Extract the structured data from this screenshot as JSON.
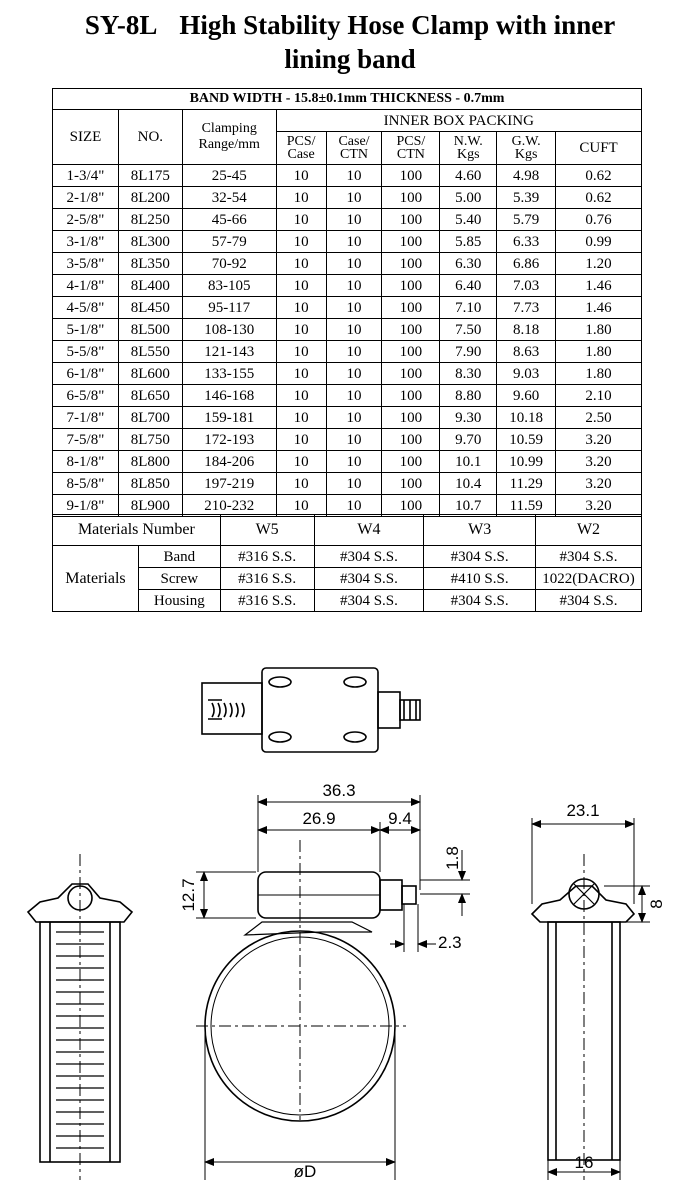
{
  "header": {
    "model": "SY-8L",
    "title": "High Stability Hose Clamp with inner",
    "title_line2": "lining band"
  },
  "spec_table": {
    "banner": "BAND WIDTH - 15.8±0.1mm    THICKNESS - 0.7mm",
    "headers": {
      "size": "SIZE",
      "no": "NO.",
      "clamping_1": "Clamping",
      "clamping_2": "Range/mm",
      "inner_box": "INNER BOX PACKING",
      "pcs_case_1": "PCS/",
      "pcs_case_2": "Case",
      "case_ctn_1": "Case/",
      "case_ctn_2": "CTN",
      "pcs_ctn_1": "PCS/",
      "pcs_ctn_2": "CTN",
      "nw_1": "N.W.",
      "nw_2": "Kgs",
      "gw_1": "G.W.",
      "gw_2": "Kgs",
      "cuft": "CUFT"
    },
    "rows": [
      [
        "1-3/4\"",
        "8L175",
        "25-45",
        "10",
        "10",
        "100",
        "4.60",
        "4.98",
        "0.62"
      ],
      [
        "2-1/8\"",
        "8L200",
        "32-54",
        "10",
        "10",
        "100",
        "5.00",
        "5.39",
        "0.62"
      ],
      [
        "2-5/8\"",
        "8L250",
        "45-66",
        "10",
        "10",
        "100",
        "5.40",
        "5.79",
        "0.76"
      ],
      [
        "3-1/8\"",
        "8L300",
        "57-79",
        "10",
        "10",
        "100",
        "5.85",
        "6.33",
        "0.99"
      ],
      [
        "3-5/8\"",
        "8L350",
        "70-92",
        "10",
        "10",
        "100",
        "6.30",
        "6.86",
        "1.20"
      ],
      [
        "4-1/8\"",
        "8L400",
        "83-105",
        "10",
        "10",
        "100",
        "6.40",
        "7.03",
        "1.46"
      ],
      [
        "4-5/8\"",
        "8L450",
        "95-117",
        "10",
        "10",
        "100",
        "7.10",
        "7.73",
        "1.46"
      ],
      [
        "5-1/8\"",
        "8L500",
        "108-130",
        "10",
        "10",
        "100",
        "7.50",
        "8.18",
        "1.80"
      ],
      [
        "5-5/8\"",
        "8L550",
        "121-143",
        "10",
        "10",
        "100",
        "7.90",
        "8.63",
        "1.80"
      ],
      [
        "6-1/8\"",
        "8L600",
        "133-155",
        "10",
        "10",
        "100",
        "8.30",
        "9.03",
        "1.80"
      ],
      [
        "6-5/8\"",
        "8L650",
        "146-168",
        "10",
        "10",
        "100",
        "8.80",
        "9.60",
        "2.10"
      ],
      [
        "7-1/8\"",
        "8L700",
        "159-181",
        "10",
        "10",
        "100",
        "9.30",
        "10.18",
        "2.50"
      ],
      [
        "7-5/8\"",
        "8L750",
        "172-193",
        "10",
        "10",
        "100",
        "9.70",
        "10.59",
        "3.20"
      ],
      [
        "8-1/8\"",
        "8L800",
        "184-206",
        "10",
        "10",
        "100",
        "10.1",
        "10.99",
        "3.20"
      ],
      [
        "8-5/8\"",
        "8L850",
        "197-219",
        "10",
        "10",
        "100",
        "10.4",
        "11.29",
        "3.20"
      ],
      [
        "9-1/8\"",
        "8L900",
        "210-232",
        "10",
        "10",
        "100",
        "10.7",
        "11.59",
        "3.20"
      ]
    ]
  },
  "materials_table": {
    "number_label": "Materials Number",
    "codes": [
      "W5",
      "W4",
      "W3",
      "W2"
    ],
    "group_label": "Materials",
    "rows": [
      {
        "part": "Band",
        "values": [
          "#316 S.S.",
          "#304 S.S.",
          "#304 S.S.",
          "#304 S.S."
        ]
      },
      {
        "part": "Screw",
        "values": [
          "#316 S.S.",
          "#304 S.S.",
          "#410 S.S.",
          "1022(DACRO)"
        ]
      },
      {
        "part": "Housing",
        "values": [
          "#316 S.S.",
          "#304 S.S.",
          "#304 S.S.",
          "#304 S.S."
        ]
      }
    ]
  },
  "drawing": {
    "dim_overall": "36.3",
    "dim_housing": "26.9",
    "dim_screw": "9.4",
    "dim_height": "12.7",
    "dim_top": "1.8",
    "dim_side": "2.3",
    "dim_diameter": "øD",
    "dim_side_width": "23.1",
    "dim_side_height": "8",
    "dim_band_width": "16"
  }
}
